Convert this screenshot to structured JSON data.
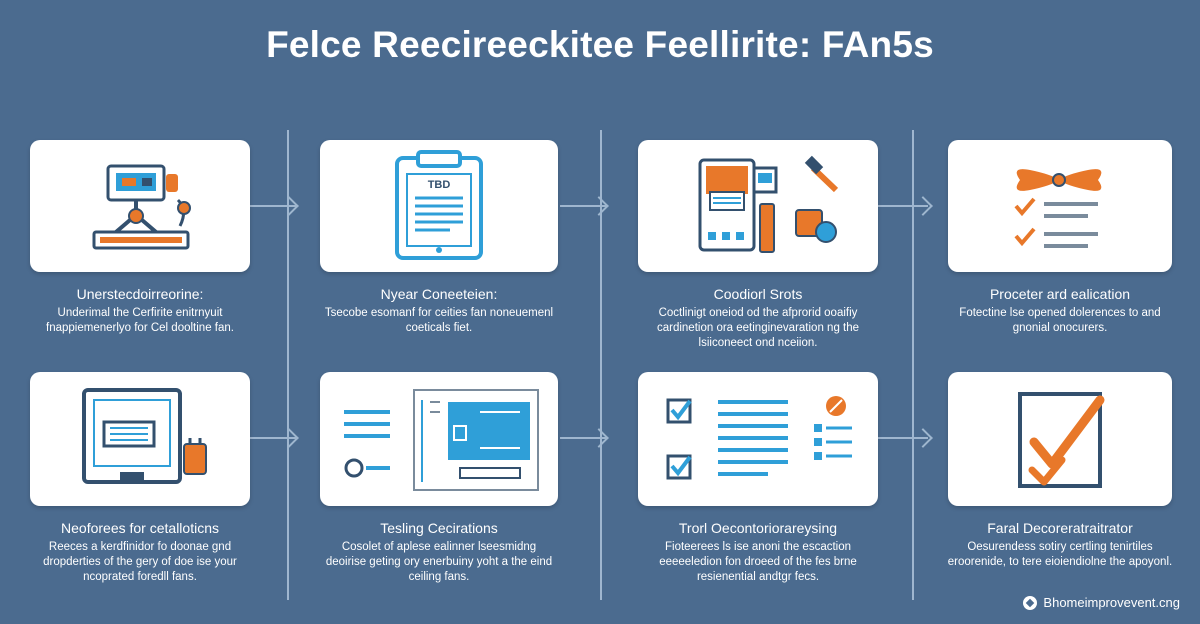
{
  "title": "Felce Reecireeckitee Feellirite: FAn5s",
  "steps": [
    {
      "title": "Unerstecdoirreorine:",
      "desc": "Underimal the Cerfirite enitrnyuit fnappiemenerlyo for Cel dooltine fan."
    },
    {
      "title": "Nyear Coneeteien:",
      "desc": "Tsecobe esomanf for ceities fan noneuemenl coeticals fiet."
    },
    {
      "title": "Coodiorl Srots",
      "desc": "Coctlinigt oneiod od the afprorid ooaifiy cardinetion ora eetinginevaration ng the lsiiconeect ond nceiion."
    },
    {
      "title": "Proceter ard ealication",
      "desc": "Fotectine lse opened dolerences to and gnonial onocurers."
    },
    {
      "title": "Neoforees for cetalloticns",
      "desc": "Reeces a kerdfinidor fo doonae gnd dropderties of the gery of doe ise your ncoprated foredll fans."
    },
    {
      "title": "Tesling Cecirations",
      "desc": "Cosolet of aplese ealinner lseesmidng deoirise geting ory enerbuiny yoht a the eind ceiling fans."
    },
    {
      "title": "Trorl Oecontoriorareysing",
      "desc": "Fioteerees ls ise anoni the escaction eeeeeledion fon droeed of the fes brne resienential andtgr fecs."
    },
    {
      "title": "Faral Decoreratraitrator",
      "desc": "Oesurendess sotiry certling tenirtiles eroorenide, to tere eioiendiolne the apoyonl."
    }
  ],
  "icon_names": [
    "robot-machine-icon",
    "clipboard-icon",
    "devices-tools-icon",
    "checklist-fan-icon",
    "document-monitor-icon",
    "blueprint-icon",
    "checkbox-list-icon",
    "checkmark-box-icon"
  ],
  "clipboard_label": "TBD",
  "footer": "Bhomeimprovevent.cng",
  "colors": {
    "background": "#4b6b8f",
    "orange": "#e8782a",
    "blue": "#2f9fd8",
    "navy": "#33506e"
  }
}
